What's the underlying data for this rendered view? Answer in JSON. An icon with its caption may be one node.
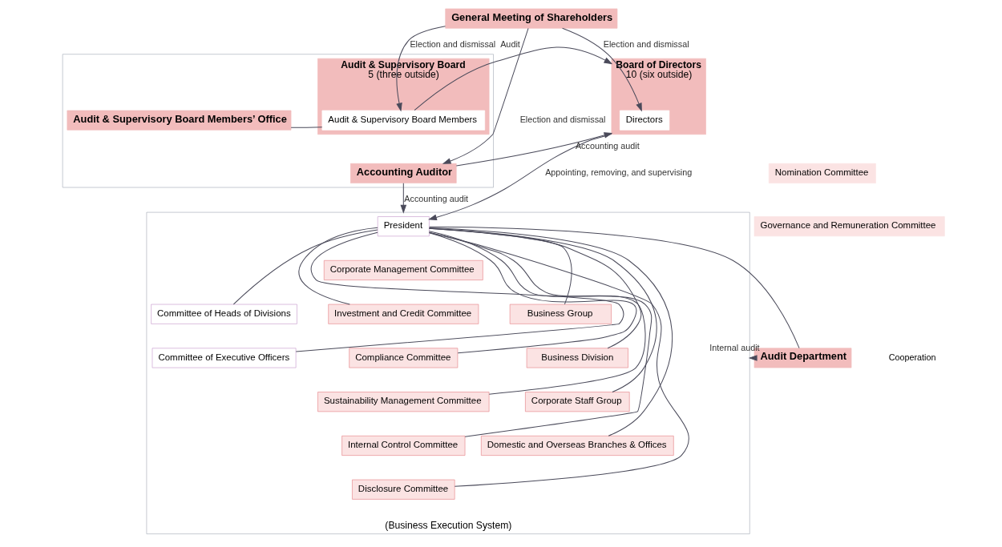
{
  "diagram": {
    "nodes": [
      {
        "text": [
          "General Meeting of Shareholders"
        ]
      },
      {
        "text": [
          "Board of Directors",
          "10 (six outside)"
        ]
      },
      {
        "text": [
          "Directors"
        ],
        "in": 1
      },
      {
        "text": [
          "Nomination Committee"
        ]
      },
      {
        "text": [
          "Governance and Remuneration Committee"
        ]
      },
      {
        "text": [],
        "shape": "box"
      },
      {
        "text": [
          "Audit & Supervisory Board",
          "5 (three outside)"
        ],
        "in": 5
      },
      {
        "text": [
          "Audit & Supervisory Board Members"
        ],
        "in": 6
      },
      {
        "text": [
          "Audit & Supervisory Board Members’ Office"
        ],
        "in": 5
      },
      {
        "text": [
          "Accounting Auditor"
        ],
        "in": 5
      },
      {
        "text": [
          "(Business Execution System)"
        ]
      },
      {
        "text": [
          "President"
        ],
        "in": 10
      },
      {
        "text": [
          "Corporate Management Committee"
        ],
        "in": 10
      },
      {
        "text": [
          "Committee of Heads of Divisions"
        ],
        "in": 10
      },
      {
        "text": [
          "Committee of Executive Officers"
        ],
        "in": 10
      },
      {
        "text": [
          "Investment and Credit Committee"
        ],
        "in": 10
      },
      {
        "text": [
          "Compliance Committee"
        ],
        "in": 10
      },
      {
        "text": [
          "Sustainability Management Committee"
        ],
        "in": 10
      },
      {
        "text": [
          "Internal Control Committee"
        ],
        "in": 10
      },
      {
        "text": [
          "Disclosure Committee"
        ],
        "in": 10
      },
      {
        "text": [
          "Business Group"
        ],
        "in": 10
      },
      {
        "text": [
          "Business Division"
        ],
        "in": 10
      },
      {
        "text": [
          "Corporate Staff Group"
        ],
        "in": 10
      },
      {
        "text": [
          "Domestic and Overseas Branches & Offices"
        ],
        "in": 10
      },
      {
        "text": [
          "Audit Department"
        ]
      }
    ],
    "edges": [
      {
        "from": 0,
        "to": 2,
        "arrow": "to",
        "label": "Election and dismissal"
      },
      {
        "from": 0,
        "to": 7,
        "arrow": "to",
        "label": "Election and dismissal"
      },
      {
        "from": 0,
        "to": 9,
        "arrow": "to",
        "label": "Election and dismissal"
      },
      {
        "from": 7,
        "to": 1,
        "arrow": "to",
        "label": "Audit"
      },
      {
        "from": 9,
        "to": 1,
        "arrow": "to",
        "label": "Accounting audit"
      },
      {
        "from": 7,
        "to": 8,
        "arrow": "none"
      },
      {
        "from": 9,
        "to": 10,
        "arrow": "to",
        "label": "Accounting audit"
      },
      {
        "from": 1,
        "to": 11,
        "arrow": "to",
        "label": "Appointing, removing, and supervising"
      },
      {
        "from": 11,
        "to": 13,
        "arrow": "none"
      },
      {
        "from": 11,
        "to": 14,
        "arrow": "none"
      },
      {
        "from": 11,
        "to": 15,
        "arrow": "none"
      },
      {
        "from": 11,
        "to": 16,
        "arrow": "none"
      },
      {
        "from": 11,
        "to": 17,
        "arrow": "none"
      },
      {
        "from": 11,
        "to": 18,
        "arrow": "none"
      },
      {
        "from": 11,
        "to": 19,
        "arrow": "none"
      },
      {
        "from": 11,
        "to": 20,
        "arrow": "none"
      },
      {
        "from": 11,
        "to": 21,
        "arrow": "none"
      },
      {
        "from": 11,
        "to": 22,
        "arrow": "none"
      },
      {
        "from": 11,
        "to": 23,
        "arrow": "none"
      },
      {
        "from": 11,
        "to": 24,
        "arrow": "none"
      },
      {
        "from": 24,
        "to": 10,
        "arrow": "to",
        "label": "Internal audit"
      }
    ],
    "labels": [
      "Cooperation"
    ]
  }
}
